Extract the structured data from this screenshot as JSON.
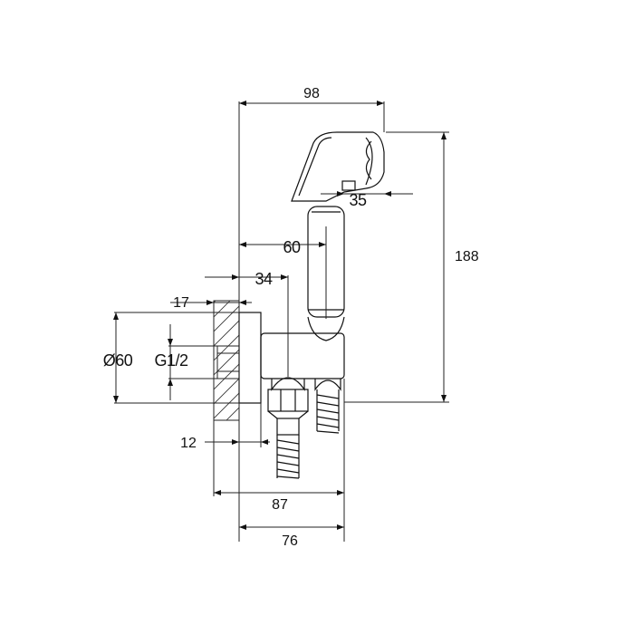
{
  "diagram": {
    "dimensions": {
      "width_overall": "98",
      "height_overall": "188",
      "head_offset": "35",
      "spray_reach": "60",
      "outlet_offset": "34",
      "wall_gap": "17",
      "flange_diameter": "Ø60",
      "thread": "G1/2",
      "flange_thickness": "12",
      "base_width": "87",
      "body_width": "76"
    },
    "colors": {
      "line": "#111111",
      "background": "#ffffff"
    }
  }
}
